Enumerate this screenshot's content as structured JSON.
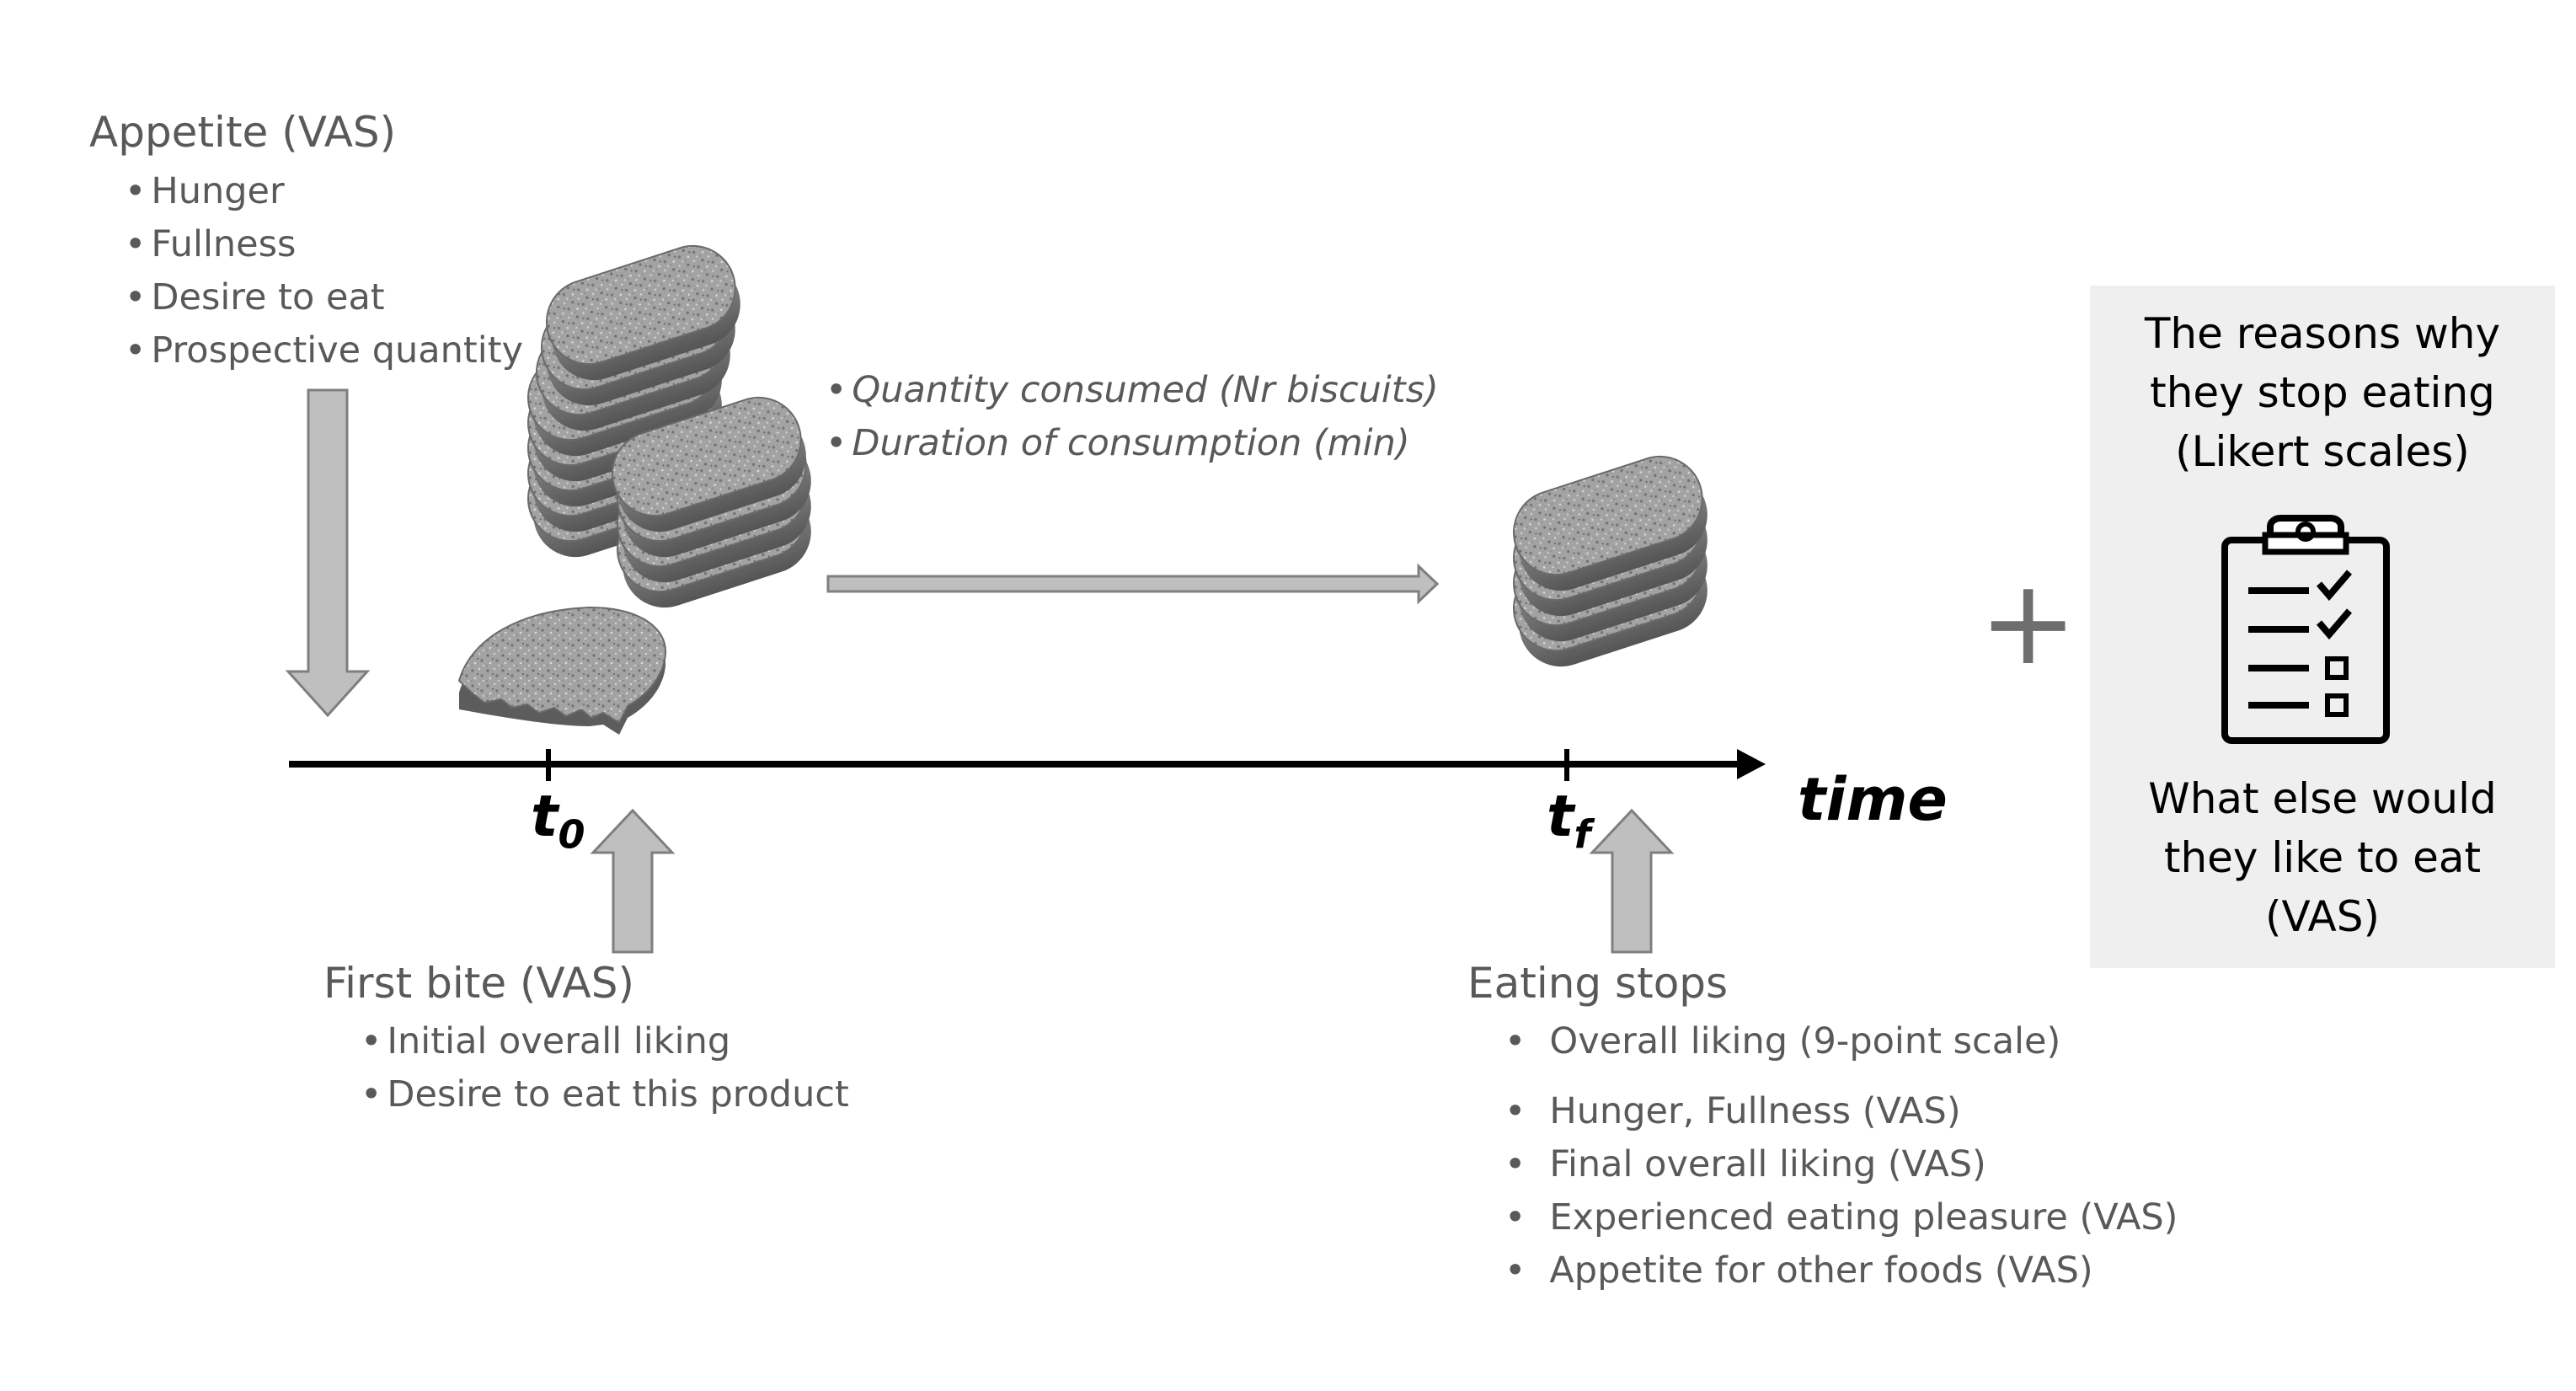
{
  "appetite": {
    "heading": "Appetite (VAS)",
    "items": [
      "Hunger",
      "Fullness",
      "Desire to eat",
      "Prospective quantity"
    ]
  },
  "consumption": {
    "items": [
      "Quantity consumed (Nr biscuits)",
      "Duration of consumption (min)"
    ]
  },
  "axis": {
    "t0_main": "t",
    "t0_sub": "0",
    "tf_main": "t",
    "tf_sub": "f",
    "time_label": "time"
  },
  "first_bite": {
    "heading": "First bite (VAS)",
    "items": [
      "Initial overall liking",
      "Desire to eat this product"
    ]
  },
  "eating_stops": {
    "heading": "Eating stops",
    "first_item": "Overall liking (9-point scale)",
    "items": [
      "Hunger, Fullness (VAS)",
      "Final overall liking (VAS)",
      "Experienced eating pleasure (VAS)",
      "Appetite for other foods (VAS)"
    ]
  },
  "panel": {
    "top_text": "The reasons why they stop eating (Likert scales)",
    "bottom_text": "What else would they like to eat (VAS)"
  },
  "plus_sign": "+",
  "colors": {
    "arrow_fill": "#bfbfbf",
    "arrow_stroke": "#7f7f7f",
    "axis": "#000000",
    "panel_bg": "#efefef",
    "text_gray": "#595959"
  },
  "icons": [
    "biscuit-stack-icon",
    "bitten-biscuit-icon",
    "clipboard-checklist-icon"
  ]
}
